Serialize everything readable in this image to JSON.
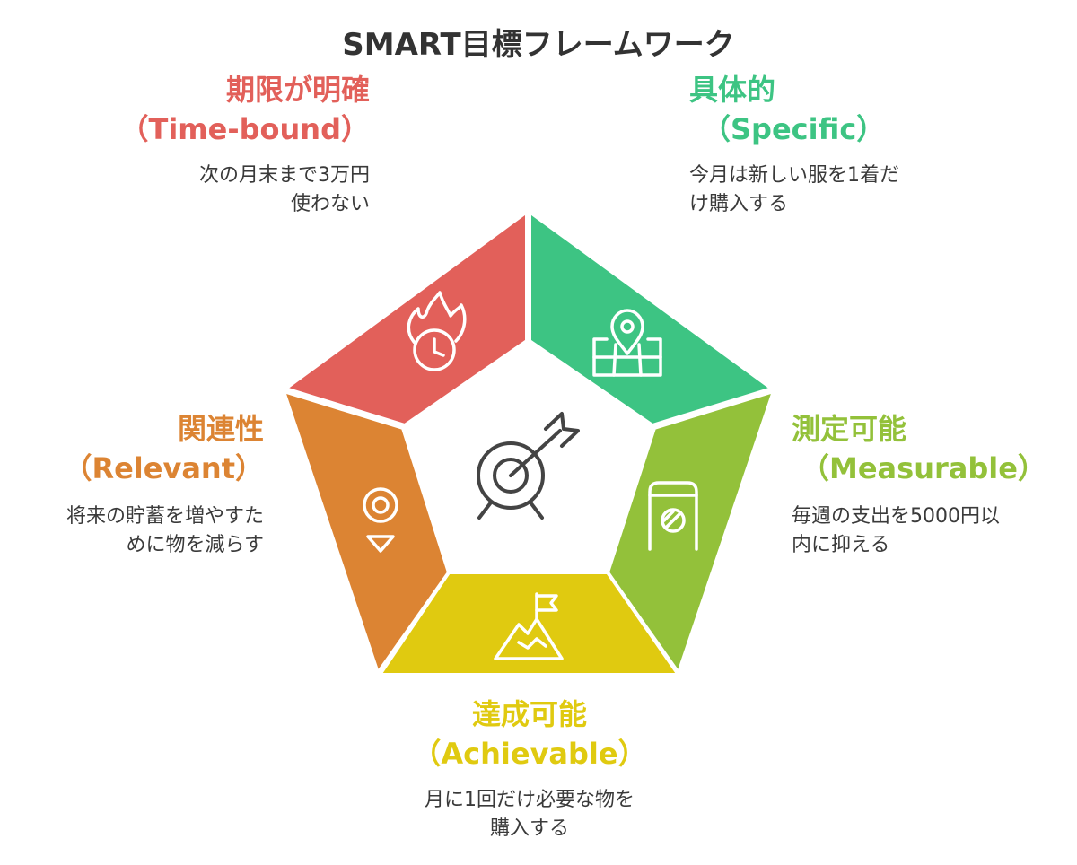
{
  "title": "SMART目標フレームワーク",
  "center_icon": "target-arrow-icon",
  "segments": [
    {
      "key": "time-bound",
      "name": "期限が明確",
      "subtitle": "（Time-bound）",
      "description": [
        "次の月末まで3万円",
        "使わない"
      ],
      "icon": "fire-clock-icon",
      "color": "#E2605A"
    },
    {
      "key": "specific",
      "name": "具体的",
      "subtitle": "（Specific）",
      "description": [
        "今月は新しい服を1着だ",
        "け購入する"
      ],
      "icon": "map-pin-icon",
      "color": "#3DC483"
    },
    {
      "key": "measurable",
      "name": "測定可能",
      "subtitle": "（Measurable）",
      "description": [
        "毎週の支出を5000円以",
        "内に抑える"
      ],
      "icon": "scale-icon",
      "color": "#93C13A"
    },
    {
      "key": "achievable",
      "name": "達成可能",
      "subtitle": "（Achievable）",
      "description": [
        "月に1回だけ必要な物を",
        "購入する"
      ],
      "icon": "mountain-flag-icon",
      "color": "#E0CA10"
    },
    {
      "key": "relevant",
      "name": "関連性",
      "subtitle": "（Relevant）",
      "description": [
        "将来の貯蓄を増やすた",
        "めに物を減らす"
      ],
      "icon": "location-marker-icon",
      "color": "#DC8433"
    }
  ]
}
